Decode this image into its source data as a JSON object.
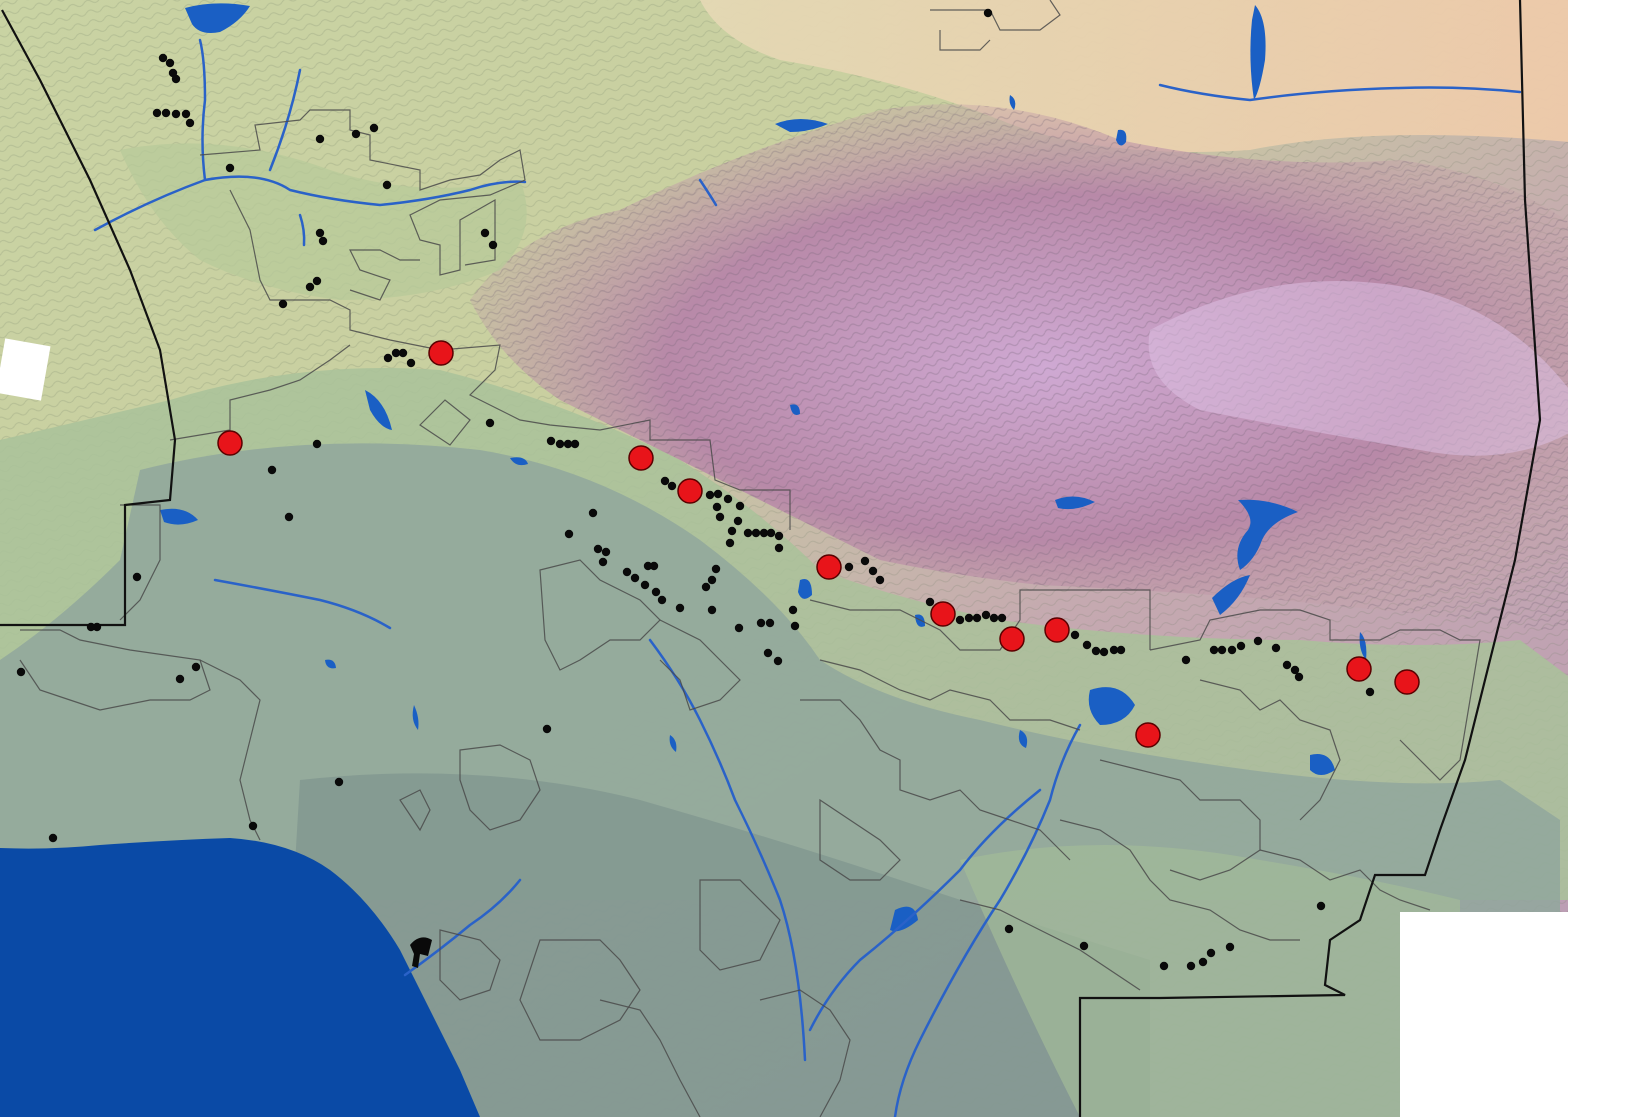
{
  "map": {
    "colors": {
      "ocean": "#0a4aa6",
      "water": "#1a5fc4",
      "river": "#2a62c8",
      "lowland": "#8fa8a0",
      "valley": "#a9c29a",
      "foothill": "#c9d3a3",
      "highland": "#e4d2ad",
      "mountain": "#b889a8",
      "peak": "#d9b8dc",
      "desert": "#efd3b5",
      "boundary": "#111111",
      "city_boundary": "#4a4a4a",
      "major_site": "#e8141a",
      "minor_site": "#0a0a0a"
    },
    "legend": [],
    "major_sites": [
      {
        "lon": 230,
        "lat": 443
      },
      {
        "lon": 441,
        "lat": 353
      },
      {
        "lon": 641,
        "lat": 458
      },
      {
        "lon": 690,
        "lat": 491
      },
      {
        "lon": 829,
        "lat": 567
      },
      {
        "lon": 943,
        "lat": 614
      },
      {
        "lon": 1012,
        "lat": 639
      },
      {
        "lon": 1057,
        "lat": 630
      },
      {
        "lon": 1148,
        "lat": 735
      },
      {
        "lon": 1359,
        "lat": 669
      },
      {
        "lon": 1407,
        "lat": 682
      }
    ],
    "minor_sites": [
      {
        "lon": 163,
        "lat": 58
      },
      {
        "lon": 170,
        "lat": 63
      },
      {
        "lon": 173,
        "lat": 73
      },
      {
        "lon": 176,
        "lat": 79
      },
      {
        "lon": 157,
        "lat": 113
      },
      {
        "lon": 166,
        "lat": 113
      },
      {
        "lon": 176,
        "lat": 114
      },
      {
        "lon": 186,
        "lat": 114
      },
      {
        "lon": 190,
        "lat": 123
      },
      {
        "lon": 230,
        "lat": 168
      },
      {
        "lon": 320,
        "lat": 139
      },
      {
        "lon": 356,
        "lat": 134
      },
      {
        "lon": 374,
        "lat": 128
      },
      {
        "lon": 387,
        "lat": 185
      },
      {
        "lon": 320,
        "lat": 233
      },
      {
        "lon": 323,
        "lat": 241
      },
      {
        "lon": 485,
        "lat": 233
      },
      {
        "lon": 493,
        "lat": 245
      },
      {
        "lon": 988,
        "lat": 13
      },
      {
        "lon": 310,
        "lat": 287
      },
      {
        "lon": 317,
        "lat": 281
      },
      {
        "lon": 283,
        "lat": 304
      },
      {
        "lon": 388,
        "lat": 358
      },
      {
        "lon": 396,
        "lat": 353
      },
      {
        "lon": 403,
        "lat": 353
      },
      {
        "lon": 411,
        "lat": 363
      },
      {
        "lon": 317,
        "lat": 444
      },
      {
        "lon": 272,
        "lat": 470
      },
      {
        "lon": 289,
        "lat": 517
      },
      {
        "lon": 137,
        "lat": 577
      },
      {
        "lon": 91,
        "lat": 627
      },
      {
        "lon": 97,
        "lat": 627
      },
      {
        "lon": 21,
        "lat": 672
      },
      {
        "lon": 196,
        "lat": 667
      },
      {
        "lon": 180,
        "lat": 679
      },
      {
        "lon": 490,
        "lat": 423
      },
      {
        "lon": 551,
        "lat": 441
      },
      {
        "lon": 560,
        "lat": 444
      },
      {
        "lon": 568,
        "lat": 444
      },
      {
        "lon": 575,
        "lat": 444
      },
      {
        "lon": 665,
        "lat": 481
      },
      {
        "lon": 672,
        "lat": 486
      },
      {
        "lon": 710,
        "lat": 495
      },
      {
        "lon": 718,
        "lat": 494
      },
      {
        "lon": 728,
        "lat": 499
      },
      {
        "lon": 740,
        "lat": 506
      },
      {
        "lon": 717,
        "lat": 507
      },
      {
        "lon": 720,
        "lat": 517
      },
      {
        "lon": 738,
        "lat": 521
      },
      {
        "lon": 732,
        "lat": 531
      },
      {
        "lon": 748,
        "lat": 533
      },
      {
        "lon": 756,
        "lat": 533
      },
      {
        "lon": 764,
        "lat": 533
      },
      {
        "lon": 771,
        "lat": 533
      },
      {
        "lon": 779,
        "lat": 536
      },
      {
        "lon": 730,
        "lat": 543
      },
      {
        "lon": 779,
        "lat": 548
      },
      {
        "lon": 593,
        "lat": 513
      },
      {
        "lon": 569,
        "lat": 534
      },
      {
        "lon": 598,
        "lat": 549
      },
      {
        "lon": 606,
        "lat": 552
      },
      {
        "lon": 603,
        "lat": 562
      },
      {
        "lon": 627,
        "lat": 572
      },
      {
        "lon": 635,
        "lat": 578
      },
      {
        "lon": 648,
        "lat": 566
      },
      {
        "lon": 654,
        "lat": 566
      },
      {
        "lon": 645,
        "lat": 585
      },
      {
        "lon": 656,
        "lat": 592
      },
      {
        "lon": 662,
        "lat": 600
      },
      {
        "lon": 680,
        "lat": 608
      },
      {
        "lon": 716,
        "lat": 569
      },
      {
        "lon": 712,
        "lat": 580
      },
      {
        "lon": 706,
        "lat": 587
      },
      {
        "lon": 712,
        "lat": 610
      },
      {
        "lon": 739,
        "lat": 628
      },
      {
        "lon": 761,
        "lat": 623
      },
      {
        "lon": 770,
        "lat": 623
      },
      {
        "lon": 793,
        "lat": 610
      },
      {
        "lon": 795,
        "lat": 626
      },
      {
        "lon": 768,
        "lat": 653
      },
      {
        "lon": 778,
        "lat": 661
      },
      {
        "lon": 849,
        "lat": 567
      },
      {
        "lon": 865,
        "lat": 561
      },
      {
        "lon": 873,
        "lat": 571
      },
      {
        "lon": 880,
        "lat": 580
      },
      {
        "lon": 930,
        "lat": 602
      },
      {
        "lon": 960,
        "lat": 620
      },
      {
        "lon": 969,
        "lat": 618
      },
      {
        "lon": 977,
        "lat": 618
      },
      {
        "lon": 986,
        "lat": 615
      },
      {
        "lon": 994,
        "lat": 618
      },
      {
        "lon": 1002,
        "lat": 618
      },
      {
        "lon": 1075,
        "lat": 635
      },
      {
        "lon": 1087,
        "lat": 645
      },
      {
        "lon": 1096,
        "lat": 651
      },
      {
        "lon": 1104,
        "lat": 652
      },
      {
        "lon": 1114,
        "lat": 650
      },
      {
        "lon": 1121,
        "lat": 650
      },
      {
        "lon": 1186,
        "lat": 660
      },
      {
        "lon": 1214,
        "lat": 650
      },
      {
        "lon": 1222,
        "lat": 650
      },
      {
        "lon": 1232,
        "lat": 650
      },
      {
        "lon": 1241,
        "lat": 646
      },
      {
        "lon": 1258,
        "lat": 641
      },
      {
        "lon": 1276,
        "lat": 648
      },
      {
        "lon": 1287,
        "lat": 665
      },
      {
        "lon": 1295,
        "lat": 670
      },
      {
        "lon": 1299,
        "lat": 677
      },
      {
        "lon": 1370,
        "lat": 692
      },
      {
        "lon": 547,
        "lat": 729
      },
      {
        "lon": 339,
        "lat": 782
      },
      {
        "lon": 253,
        "lat": 826
      },
      {
        "lon": 53,
        "lat": 838
      },
      {
        "lon": 1009,
        "lat": 929
      },
      {
        "lon": 1084,
        "lat": 946
      },
      {
        "lon": 1164,
        "lat": 966
      },
      {
        "lon": 1191,
        "lat": 966
      },
      {
        "lon": 1203,
        "lat": 962
      },
      {
        "lon": 1211,
        "lat": 953
      },
      {
        "lon": 1230,
        "lat": 947
      },
      {
        "lon": 1321,
        "lat": 906
      }
    ]
  }
}
